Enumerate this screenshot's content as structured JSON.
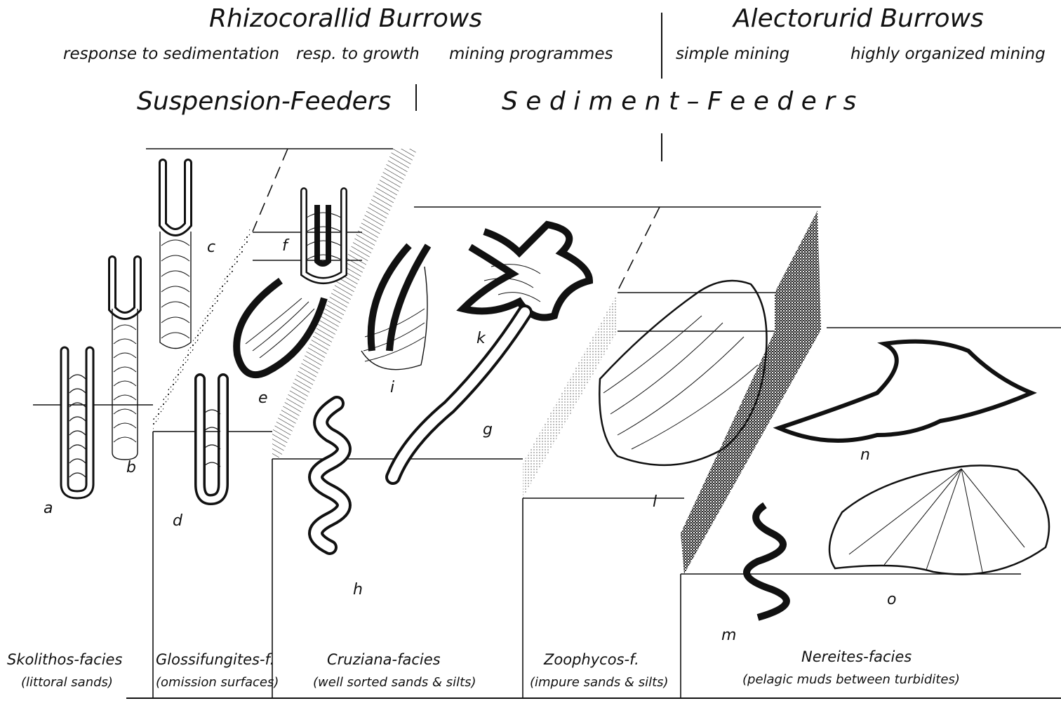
{
  "headings": {
    "rhizocorallid": "Rhizocorallid Burrows",
    "alectorurid": "Alectorurid Burrows",
    "response_sedimentation": "response to sedimentation",
    "response_growth": "resp. to growth",
    "mining_programmes": "mining programmes",
    "simple_mining": "simple mining",
    "highly_organized": "highly organized mining",
    "suspension_feeders": "Suspension-Feeders",
    "sediment_feeders": "S e d i m e n t – F e e d e r s"
  },
  "trace_letters": {
    "a": "a",
    "b": "b",
    "c": "c",
    "d": "d",
    "e": "e",
    "f": "f",
    "g": "g",
    "h": "h",
    "i": "i",
    "k": "k",
    "l": "l",
    "m": "m",
    "n": "n",
    "o": "o"
  },
  "facies": [
    {
      "name": "Skolithos-facies",
      "env": "(littoral sands)"
    },
    {
      "name": "Glossifungites-f.",
      "env": "(omission surfaces)"
    },
    {
      "name": "Cruziana-facies",
      "env": "(well sorted sands & silts)"
    },
    {
      "name": "Zoophycos-f.",
      "env": "(impure sands & silts)"
    },
    {
      "name": "Nereites-facies",
      "env": "(pelagic muds between turbidites)"
    }
  ],
  "colors": {
    "ink": "#111111",
    "paper": "#ffffff"
  }
}
